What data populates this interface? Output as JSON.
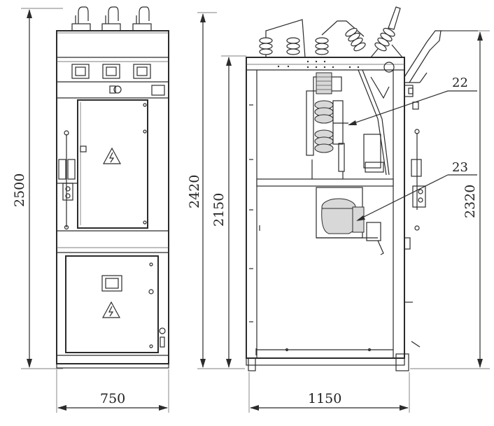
{
  "dimensions": {
    "left_height": "2500",
    "mid_height_outer": "2420",
    "mid_height_inner": "2150",
    "right_height": "2320",
    "front_width": "750",
    "side_width": "1150"
  },
  "callouts": {
    "c22": "22",
    "c23": "23"
  },
  "colors": {
    "line": "#2b2b2b",
    "background": "#ffffff"
  },
  "icons": [
    "high-voltage-warning-icon",
    "high-voltage-warning-icon"
  ]
}
